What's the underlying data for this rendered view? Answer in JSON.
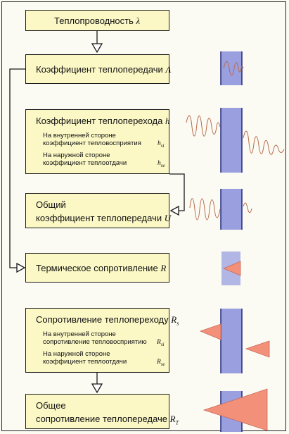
{
  "boxes": {
    "b1": {
      "title": "Теплопроводность",
      "symbol": "λ"
    },
    "b2": {
      "title": "Коэффициент теплопередачи",
      "symbol": "Λ"
    },
    "b3": {
      "title": "Коэффициент теплоперехода",
      "symbol": "h",
      "inner_line1": "На внутренней стороне",
      "inner_line2": "коэффициент тепловосприятия",
      "inner_symbol": "h",
      "inner_sub": "si",
      "outer_line1": "На наружной стороне",
      "outer_line2": "коэффициент теплоотдачи",
      "outer_symbol": "h",
      "outer_sub": "se"
    },
    "b4": {
      "line1": "Общий",
      "line2": "коэффициент теплопередачи",
      "symbol": "U"
    },
    "b5": {
      "title": "Термическое сопротивление",
      "symbol": "R"
    },
    "b6": {
      "title": "Сопротивление теплопереходу",
      "symbol": "R",
      "symbol_sub": "s",
      "inner_line1": "На внутренней стороне",
      "inner_line2": "сопротивление тепловосприятию",
      "inner_symbol": "R",
      "inner_sub": "si",
      "outer_line1": "На наружной стороне",
      "outer_line2": "коэффициент теплоотдачи",
      "outer_symbol": "R",
      "outer_sub": "se"
    },
    "b7": {
      "line1": "Общее",
      "line2": "сопротивление теплопередаче",
      "symbol": "R",
      "symbol_sub": "T"
    }
  },
  "colors": {
    "box_fill": "#fbf8c6",
    "wall_fill": "#9a9fe0",
    "wall_border": "#202a7a",
    "triangle_fill": "#f2907a",
    "wave": "#b76a4a"
  }
}
